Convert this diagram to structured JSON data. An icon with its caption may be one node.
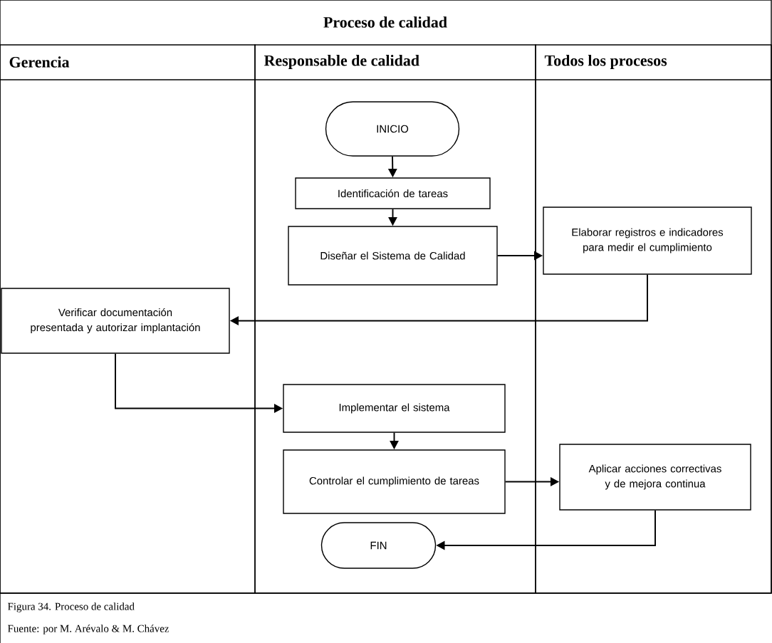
{
  "diagram": {
    "title": "Proceso de calidad",
    "caption": "Figura 34. Proceso de calidad",
    "nodes": [
      {
        "text": [
          "Gerencia"
        ]
      },
      {
        "text": [
          "Responsable de calidad"
        ]
      },
      {
        "text": [
          "Todos los procesos"
        ]
      },
      {
        "text": [
          "INICIO"
        ],
        "in": 1
      },
      {
        "text": [
          "Identificación de tareas"
        ],
        "in": 1
      },
      {
        "text": [
          "Diseñar el Sistema de Calidad"
        ],
        "in": 1
      },
      {
        "text": [
          "Elaborar registros e indicadores para medir el cumplimiento"
        ],
        "in": 2
      },
      {
        "text": [
          "Verificar documentación presentada y autorizar implantación"
        ],
        "in": 0
      },
      {
        "text": [
          "Implementar el sistema"
        ],
        "in": 1
      },
      {
        "text": [
          "Controlar el cumplimiento de tareas"
        ],
        "in": 1
      },
      {
        "text": [
          "Aplicar acciones correctivas y de mejora continua"
        ],
        "in": 2
      },
      {
        "text": [
          "FIN"
        ],
        "in": 1
      }
    ],
    "edges": [
      {
        "from": 3,
        "to": 4,
        "arrow": "to"
      },
      {
        "from": 4,
        "to": 5,
        "arrow": "to"
      },
      {
        "from": 5,
        "to": 6,
        "arrow": "to"
      },
      {
        "from": 6,
        "to": 7,
        "arrow": "to"
      },
      {
        "from": 7,
        "to": 8,
        "arrow": "to"
      },
      {
        "from": 8,
        "to": 9,
        "arrow": "to"
      },
      {
        "from": 9,
        "to": 10,
        "arrow": "to"
      },
      {
        "from": 10,
        "to": 11,
        "arrow": "to"
      }
    ],
    "labels": [
      "Fuente: por M. Arévalo & M. Chávez"
    ]
  }
}
